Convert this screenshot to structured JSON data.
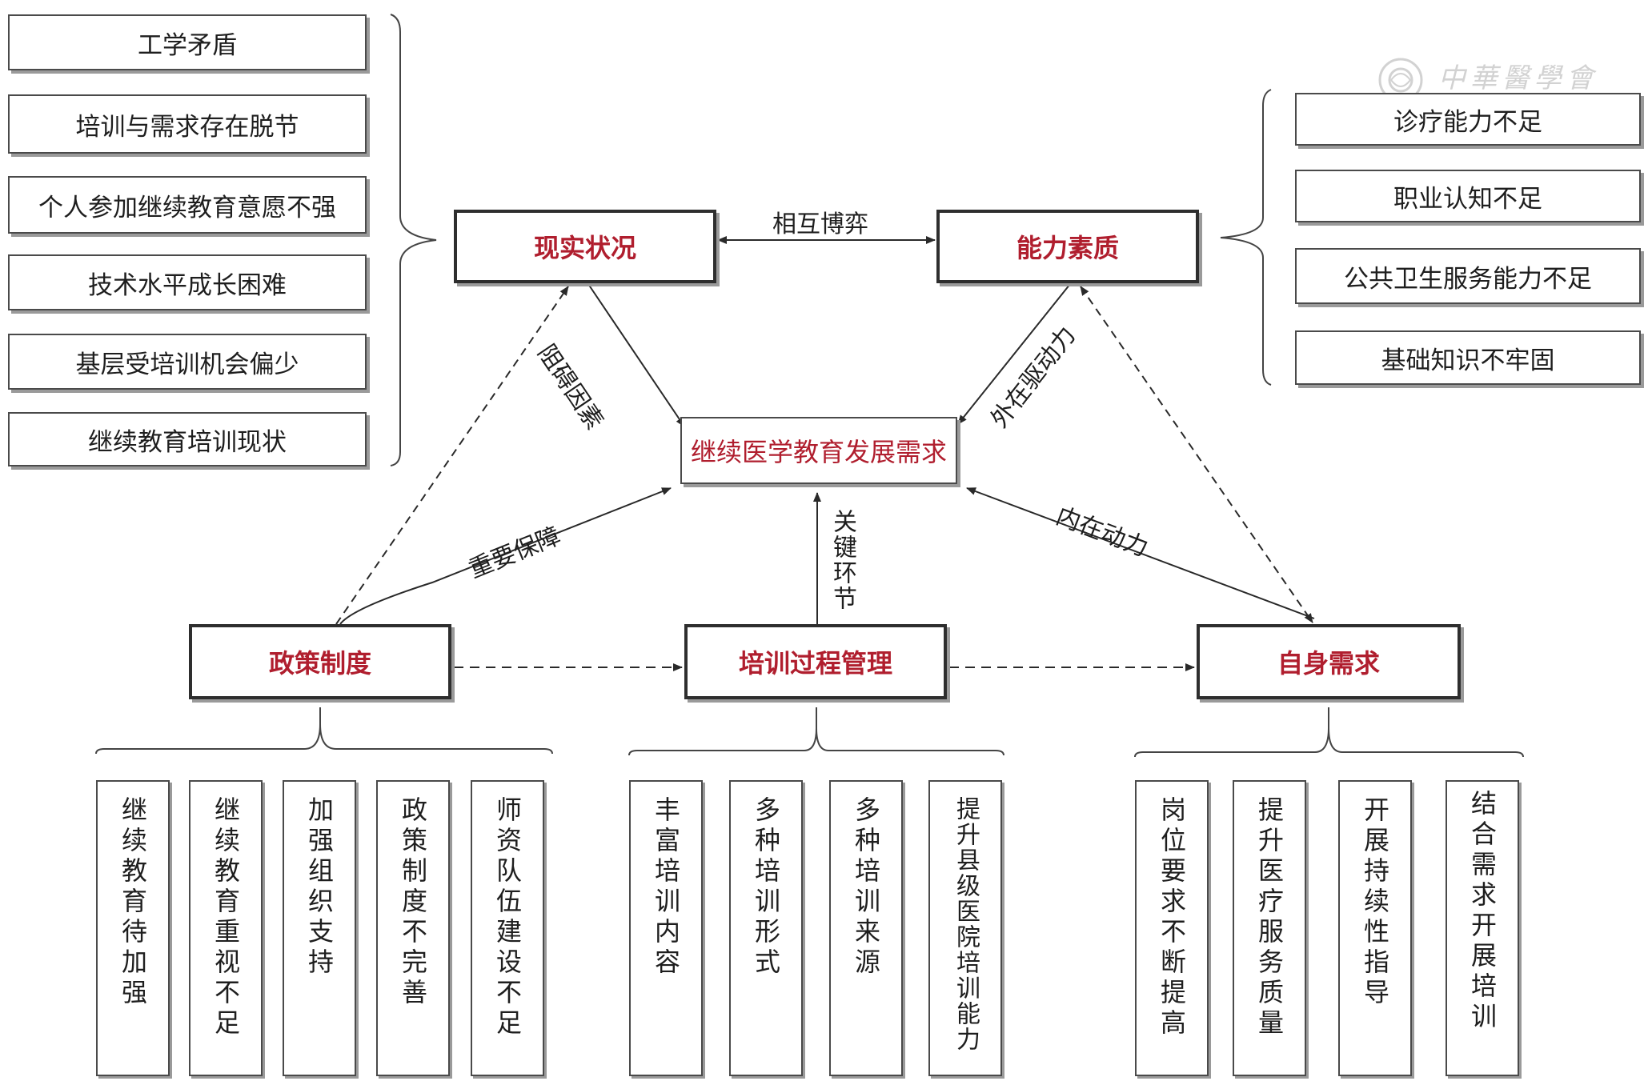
{
  "left_factors": [
    "工学矛盾",
    "培训与需求存在脱节",
    "个人参加继续教育意愿不强",
    "技术水平成长困难",
    "基层受培训机会偏少",
    "继续教育培训现状"
  ],
  "right_factors": [
    "诊疗能力不足",
    "职业认知不足",
    "公共卫生服务能力不足",
    "基础知识不牢固"
  ],
  "nodes": {
    "reality": "现实状况",
    "ability": "能力素质",
    "center": "继续医学教育发展需求",
    "policy": "政策制度",
    "training": "培训过程管理",
    "self": "自身需求"
  },
  "edge_labels": {
    "mutual": "相互博弈",
    "obstacle": "阻碍因素",
    "external": "外在驱动力",
    "guarantee": "重要保障",
    "key": "关键环节",
    "internal": "内在动力"
  },
  "policy_items": [
    "继续教育待加强",
    "继续教育重视不足",
    "加强组织支持",
    "政策制度不完善",
    "师资队伍建设不足"
  ],
  "training_items": [
    "丰富培训内容",
    "多种培训形式",
    "多种培训来源",
    "提升县级医院培训能力"
  ],
  "self_items": [
    "岗位要求不断提高",
    "提升医疗服务质量",
    "开展持续性指导",
    "结合需求开展培训"
  ],
  "watermark": "中華醫學會"
}
